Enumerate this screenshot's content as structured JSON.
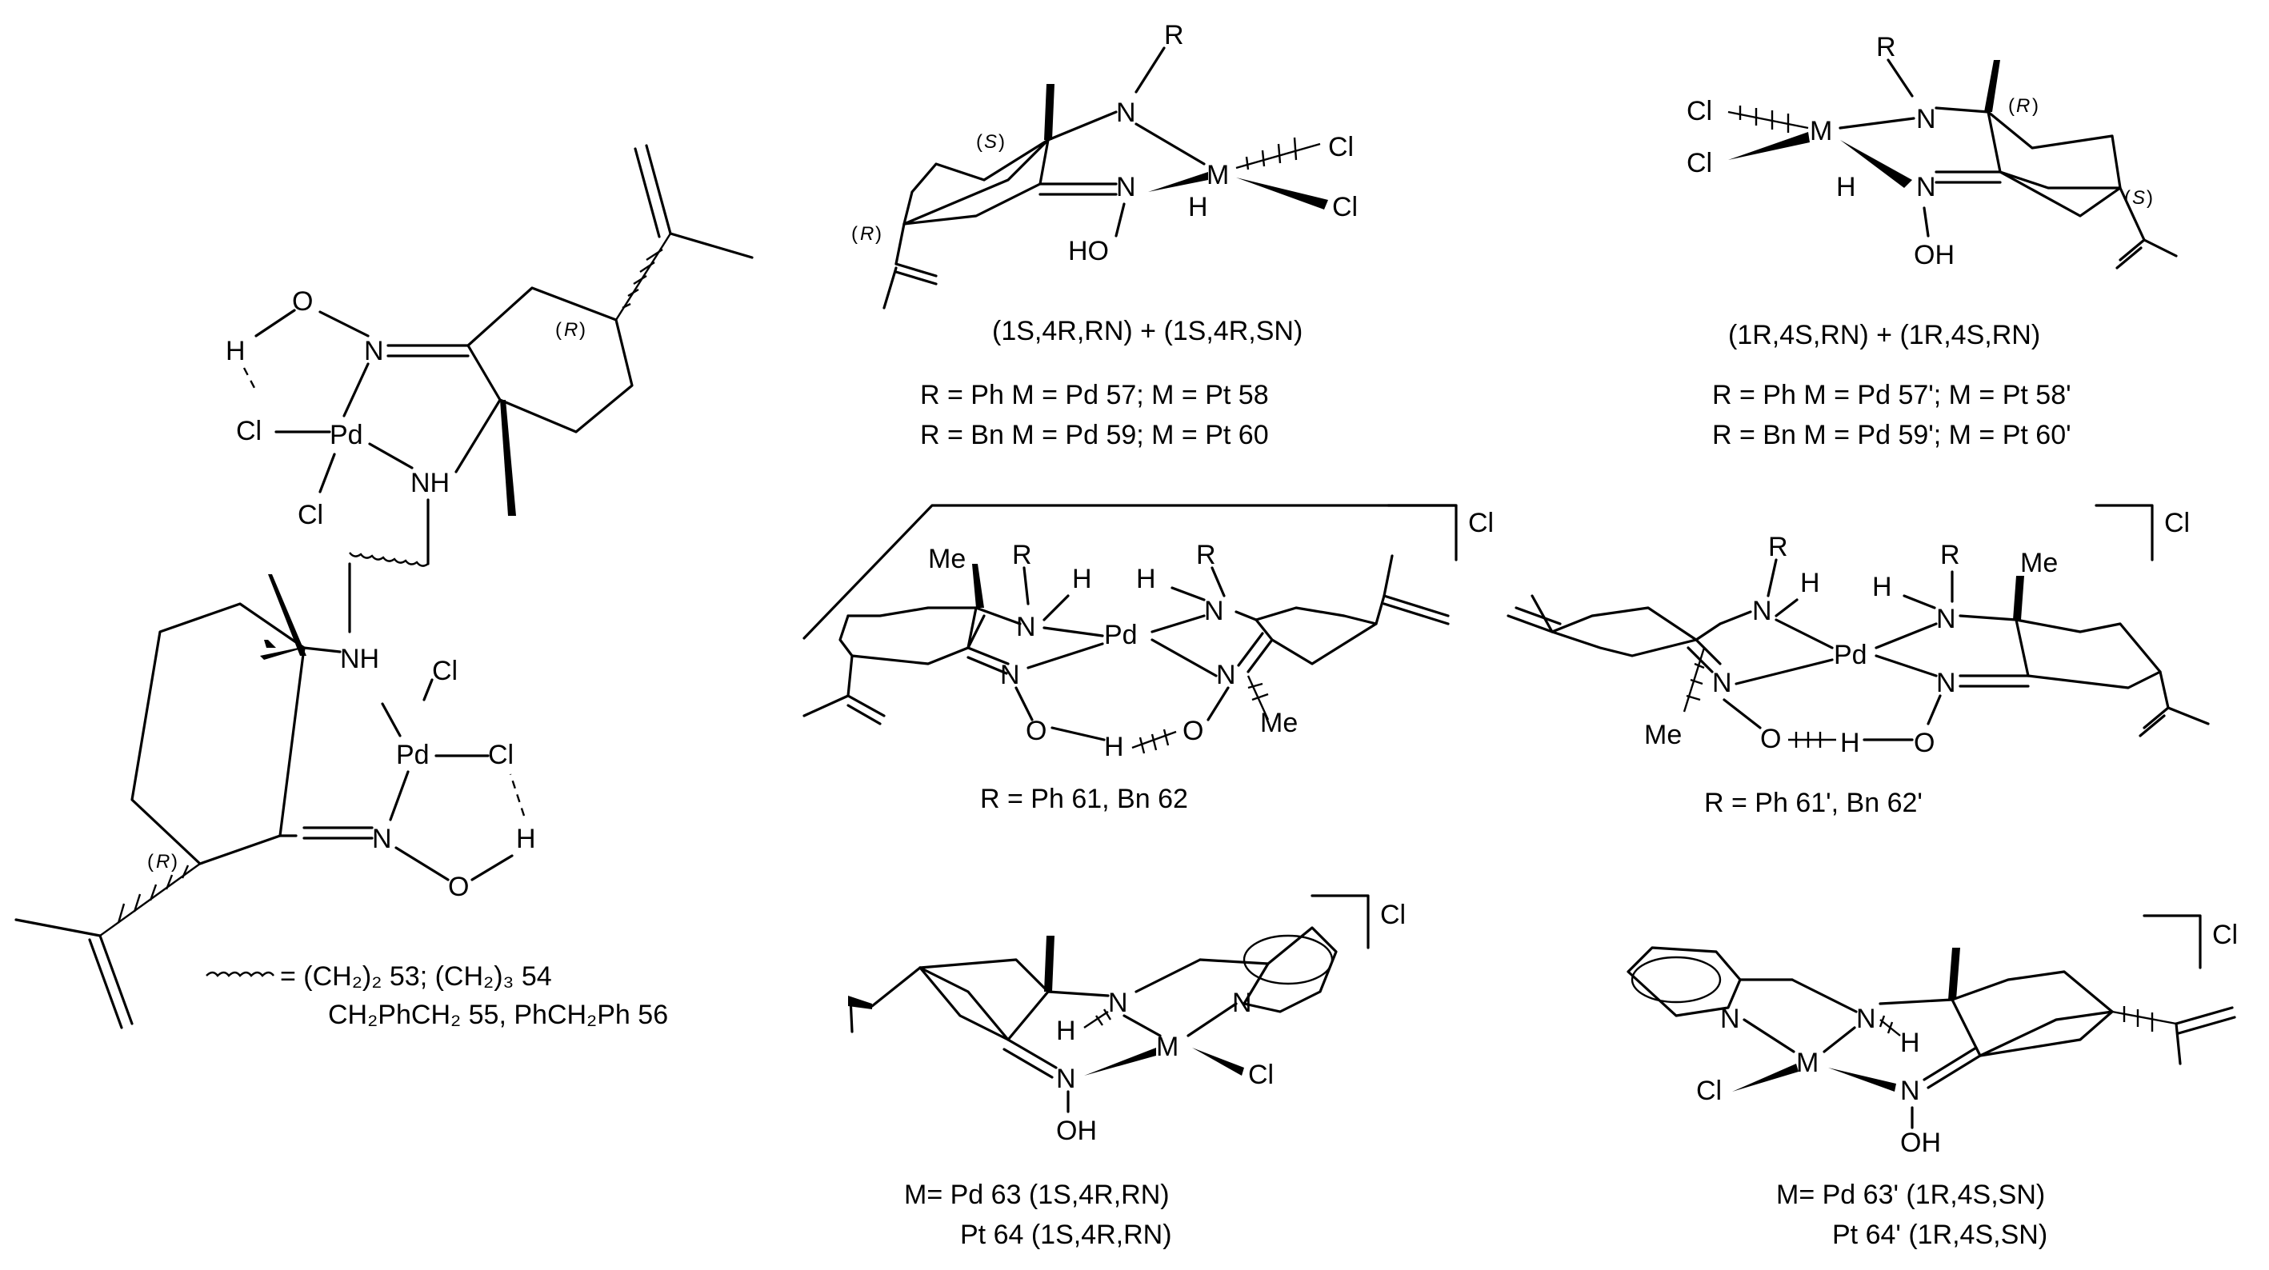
{
  "atoms": {
    "O": "O",
    "N": "N",
    "H": "H",
    "Cl": "Cl",
    "Pd": "Pd",
    "M": "M",
    "NH": "NH",
    "HO": "HO",
    "OH": "OH",
    "R": "R",
    "Me": "Me",
    "S": "S",
    "Rconf": "R"
  },
  "left": {
    "linker_legend_line1": "= (CH₂)₂ 53; (CH₂)₃ 54",
    "linker_legend_line2": "CH₂PhCH₂ 55, PhCH₂Ph 56"
  },
  "tm": {
    "stereo": "(1S,4R,RN) + (1S,4R,SN)",
    "line1": "R = Ph M = Pd 57; M = Pt 58",
    "line2": "R = Bn M = Pd 59; M = Pt 60"
  },
  "tr": {
    "stereo": "(1R,4S,RN) + (1R,4S,RN)",
    "line1": "R = Ph M = Pd 57'; M = Pt 58'",
    "line2": "R = Bn M = Pd 59'; M = Pt 60'"
  },
  "mm": {
    "caption": "R = Ph 61, Bn 62"
  },
  "mr": {
    "caption": "R = Ph 61', Bn 62'"
  },
  "bm": {
    "line1": "M= Pd 63 (1S,4R,RN)",
    "line2": "Pt 64 (1S,4R,RN)"
  },
  "br": {
    "line1": "M= Pd 63' (1R,4S,SN)",
    "line2": "Pt 64' (1R,4S,SN)"
  }
}
